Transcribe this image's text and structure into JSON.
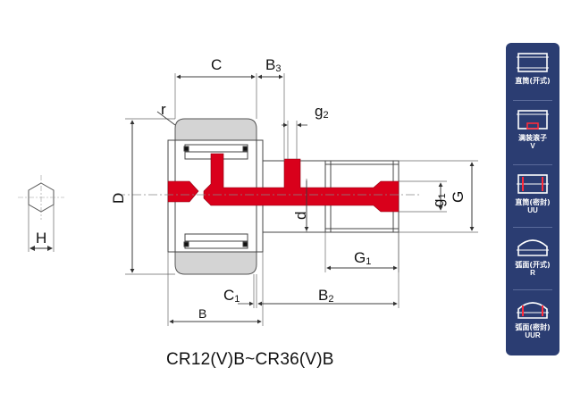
{
  "caption": "CR12(V)B~CR36(V)B",
  "labels": {
    "C": "C",
    "B3": "B",
    "B3_sub": "3",
    "r": "r",
    "g2": "g",
    "g2_sub": "2",
    "D": "D",
    "d": "d",
    "g1": "g",
    "g1_sub": "1",
    "G": "G",
    "G1": "G",
    "G1_sub": "1",
    "C1": "C",
    "C1_sub": "1",
    "B2": "B",
    "B2_sub": "2",
    "B": "B",
    "H": "H"
  },
  "variants": [
    {
      "label": "直筒(开式)",
      "code": ""
    },
    {
      "label": "满装滚子",
      "code": "V"
    },
    {
      "label": "直筒(密封)",
      "code": "UU"
    },
    {
      "label": "弧面(开式)",
      "code": "R"
    },
    {
      "label": "弧面(密封)",
      "code": "UUR"
    }
  ],
  "colors": {
    "lubrication": "#d9001b",
    "panel": "#2b3d72",
    "outer_ring": "#d4d4d4",
    "line": "#444444"
  }
}
